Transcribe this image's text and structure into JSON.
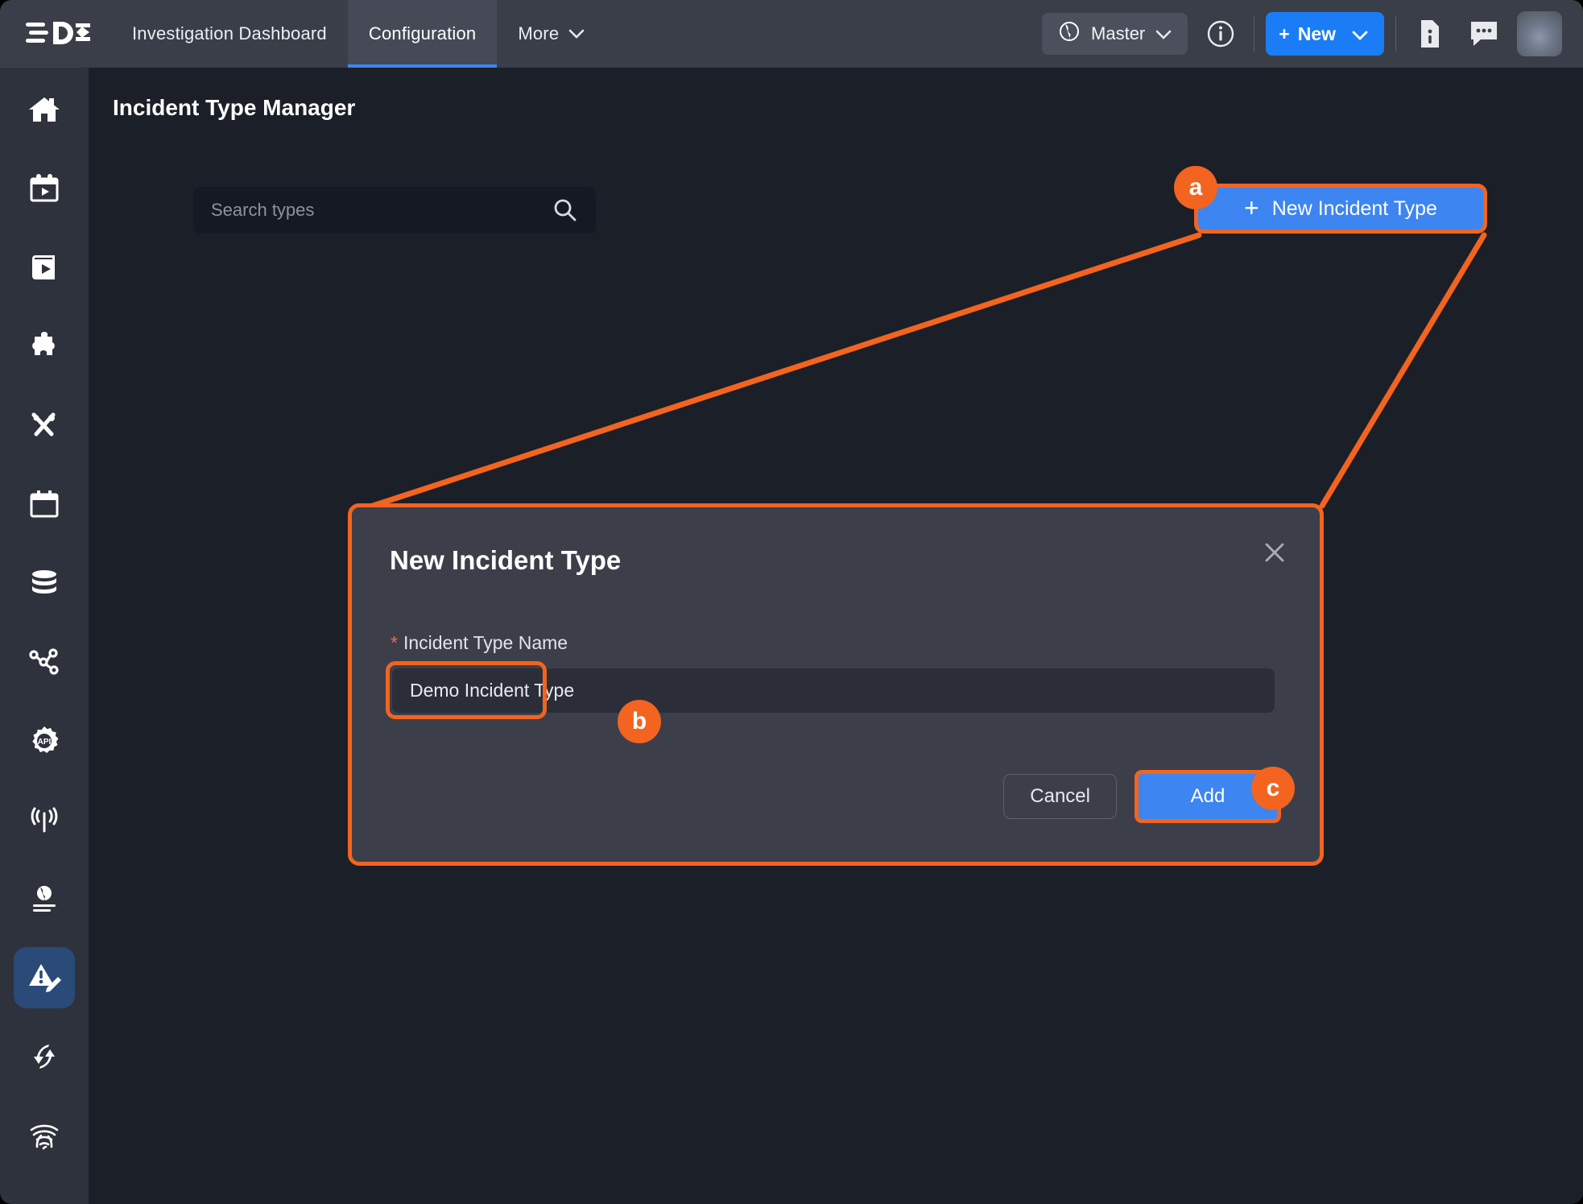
{
  "app": {
    "logo": "d3-logo",
    "accent_blue": "#3d85f0",
    "callout_orange": "#f2641f",
    "topbar_bg": "#3a3e48",
    "sidebar_bg": "#2e323c",
    "content_bg": "#1b1f28",
    "dialog_bg": "#3c3f4a"
  },
  "topnav": {
    "items": [
      {
        "label": "Investigation Dashboard",
        "active": false,
        "has_chevron": false
      },
      {
        "label": "Configuration",
        "active": true,
        "has_chevron": false
      },
      {
        "label": "More",
        "active": false,
        "has_chevron": true
      }
    ],
    "master_selector": {
      "label": "Master",
      "icon": "globe-icon",
      "chevron": "chevron-down-icon"
    },
    "info_icon": "info-circle-icon",
    "new_button": {
      "label": "New",
      "plus": "+",
      "chevron": "chevron-down-icon"
    },
    "doc_info_icon": "document-info-icon",
    "chat_icon": "chat-bubble-icon",
    "avatar": "user-avatar"
  },
  "sidebar": {
    "items": [
      {
        "name": "home",
        "icon": "home-icon",
        "active": false
      },
      {
        "name": "playbook-calendar",
        "icon": "calendar-play-icon",
        "active": false
      },
      {
        "name": "playbook-library",
        "icon": "book-play-icon",
        "active": false
      },
      {
        "name": "integrations",
        "icon": "puzzle-piece-icon",
        "active": false
      },
      {
        "name": "utilities",
        "icon": "tools-icon",
        "active": false
      },
      {
        "name": "schedules",
        "icon": "calendar-icon",
        "active": false
      },
      {
        "name": "data-sources",
        "icon": "database-icon",
        "active": false
      },
      {
        "name": "relationships",
        "icon": "share-network-icon",
        "active": false
      },
      {
        "name": "api-settings",
        "icon": "gear-api-icon",
        "active": false
      },
      {
        "name": "event-intake",
        "icon": "broadcast-icon",
        "active": false
      },
      {
        "name": "global-lists",
        "icon": "globe-list-icon",
        "active": false
      },
      {
        "name": "incident-type-manager",
        "icon": "incident-edit-icon",
        "active": true
      },
      {
        "name": "sync",
        "icon": "sync-arrows-icon",
        "active": false
      },
      {
        "name": "forensics",
        "icon": "fingerprint-icon",
        "active": false
      }
    ]
  },
  "page": {
    "title": "Incident Type Manager",
    "search": {
      "placeholder": "Search types",
      "value": "",
      "icon": "search-icon"
    },
    "new_incident_type_button": {
      "label": "New Incident Type",
      "plus": "+"
    }
  },
  "dialog": {
    "title": "New Incident Type",
    "close_icon": "close-icon",
    "field": {
      "required_marker": "*",
      "label": "Incident Type Name",
      "value": "Demo Incident Type",
      "placeholder": ""
    },
    "cancel_label": "Cancel",
    "add_label": "Add"
  },
  "callouts": [
    {
      "id": "a",
      "label": "a",
      "target": "new-incident-type-button"
    },
    {
      "id": "b",
      "label": "b",
      "target": "incident-type-name-input"
    },
    {
      "id": "c",
      "label": "c",
      "target": "add-button"
    }
  ]
}
